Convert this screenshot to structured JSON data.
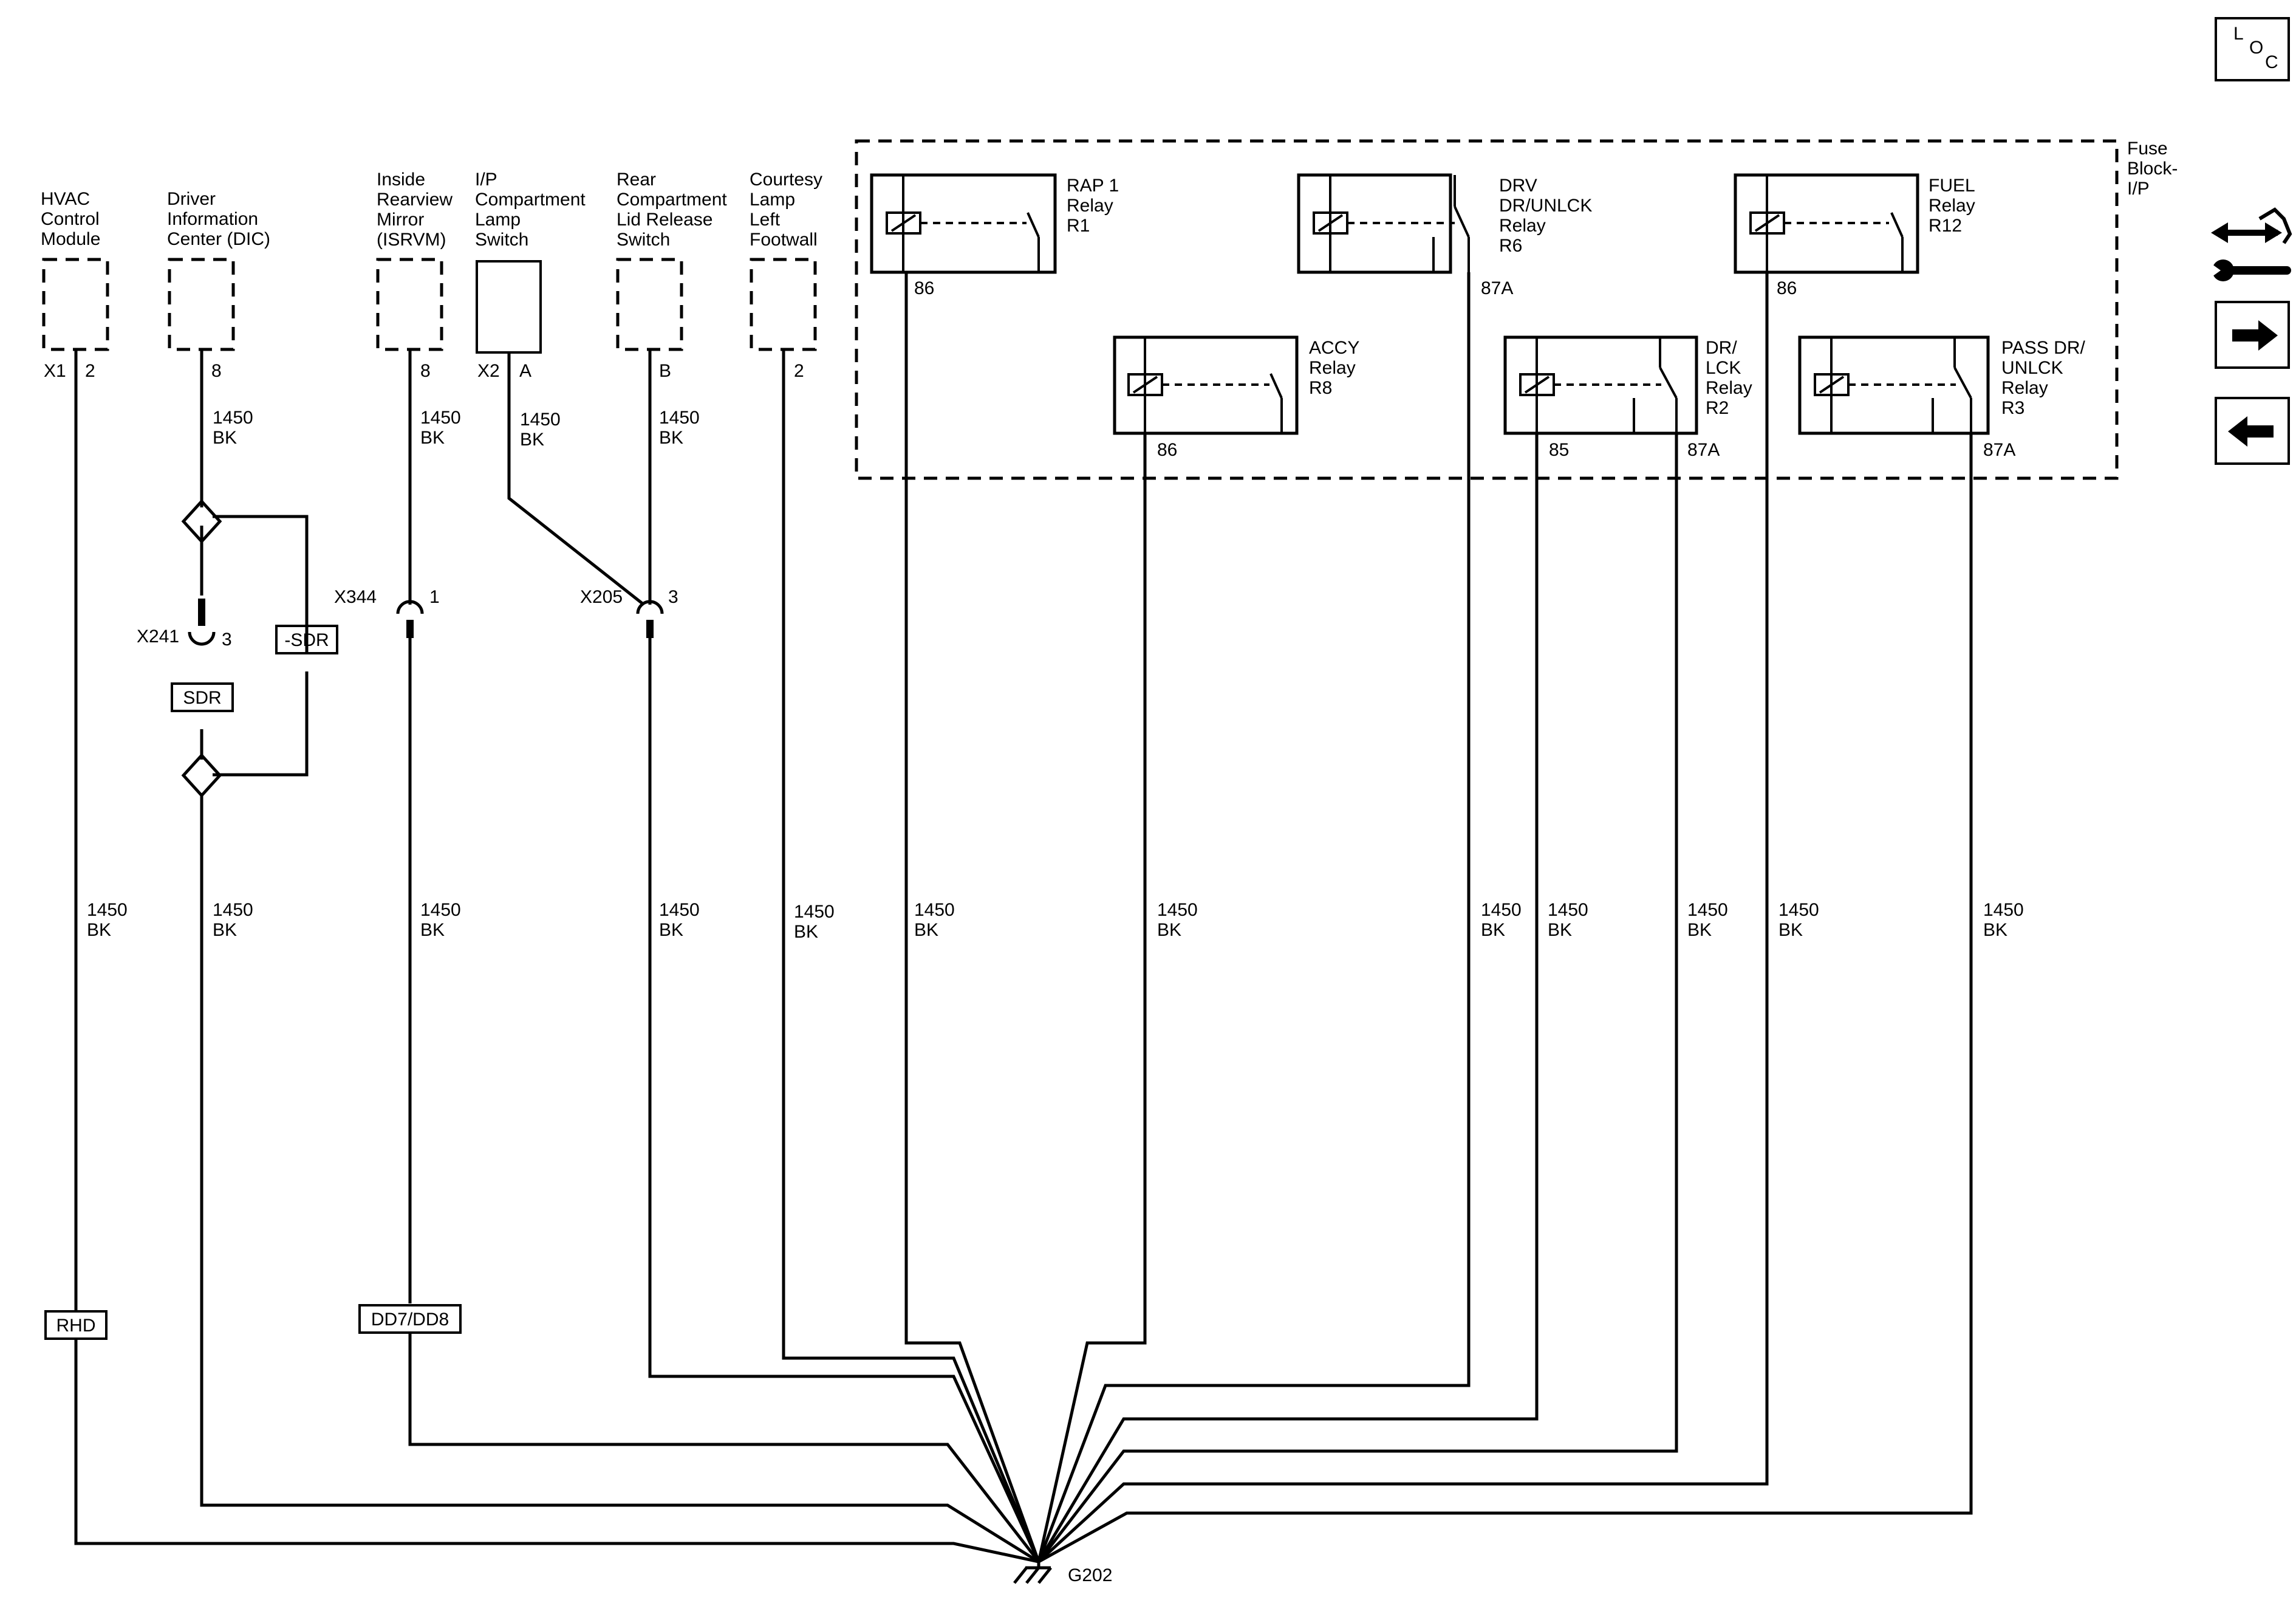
{
  "components": {
    "hvac": [
      "HVAC",
      "Control",
      "Module"
    ],
    "dic": [
      "Driver",
      "Information",
      "Center (DIC)"
    ],
    "isrvm": [
      "Inside",
      "Rearview",
      "Mirror",
      "(ISRVM)"
    ],
    "ip_lamp": [
      "I/P",
      "Compartment",
      "Lamp",
      "Switch"
    ],
    "rear_release": [
      "Rear",
      "Compartment",
      "Lid Release",
      "Switch"
    ],
    "courtesy": [
      "Courtesy",
      "Lamp",
      "Left",
      "Footwall"
    ],
    "fuse_block": [
      "Fuse",
      "Block-",
      "I/P"
    ]
  },
  "relays": {
    "r1": [
      "RAP 1",
      "Relay",
      "R1"
    ],
    "r6": [
      "DRV",
      "DR/UNLCK",
      "Relay",
      "R6"
    ],
    "r12": [
      "FUEL",
      "Relay",
      "R12"
    ],
    "r8": [
      "ACCY",
      "Relay",
      "R8"
    ],
    "r2": [
      "DR/",
      "LCK",
      "Relay",
      "R2"
    ],
    "r3": [
      "PASS DR/",
      "UNLCK",
      "Relay",
      "R3"
    ]
  },
  "pins": {
    "hvac_conn": "X1",
    "hvac_pin": "2",
    "dic_pin": "8",
    "isrvm_pin": "8",
    "ip_conn": "X2",
    "ip_pin": "A",
    "rear_pin": "B",
    "courtesy_pin": "2",
    "r1_pin": "86",
    "r6_pin": "87A",
    "r12_pin": "86",
    "r8_pin": "86",
    "r2_pin_a": "85",
    "r2_pin_b": "87A",
    "r3_pin": "87A"
  },
  "connectors": {
    "x241": "X241",
    "x241_pin": "3",
    "x344": "X344",
    "x344_pin": "1",
    "x205": "X205",
    "x205_pin": "3"
  },
  "options": {
    "sdr": "SDR",
    "not_sdr": "-SDR",
    "rhd": "RHD",
    "dd": "DD7/DD8"
  },
  "wire": {
    "circuit": "1450",
    "color": "BK"
  },
  "ground": "G202",
  "loc_button": {
    "l": "L",
    "o": "O",
    "c": "C"
  },
  "nav_icons": [
    "connector-repair-icon",
    "next-arrow-icon",
    "previous-arrow-icon"
  ]
}
